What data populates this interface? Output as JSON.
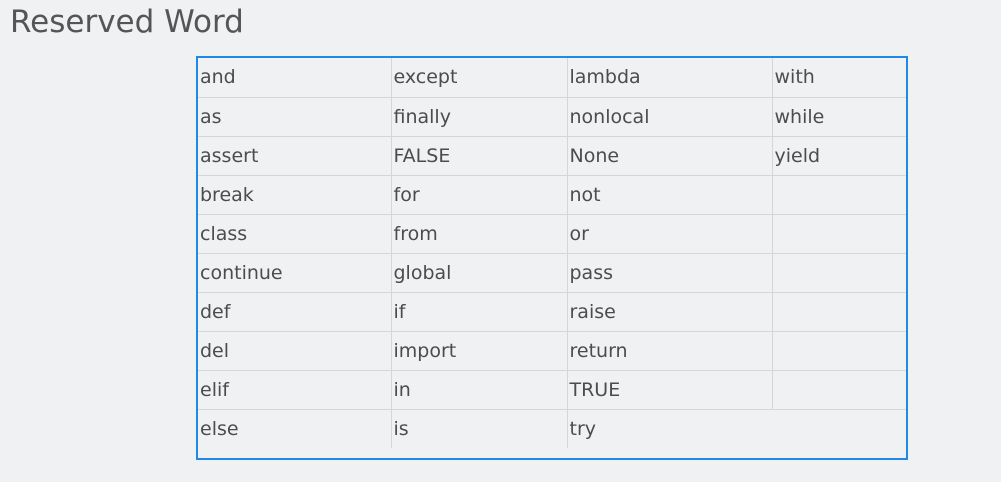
{
  "title": "Reserved Word",
  "table": {
    "rows": [
      [
        "and",
        "except",
        "lambda",
        "with"
      ],
      [
        "as",
        "finally",
        "nonlocal",
        "while"
      ],
      [
        "assert",
        "FALSE",
        "None",
        "yield"
      ],
      [
        "break",
        "for",
        "not",
        ""
      ],
      [
        "class",
        "from",
        "or",
        ""
      ],
      [
        "continue",
        "global",
        "pass",
        ""
      ],
      [
        "def",
        "if",
        "raise",
        ""
      ],
      [
        "del",
        "import",
        "return",
        ""
      ],
      [
        "elif",
        "in",
        "TRUE",
        ""
      ],
      [
        "else",
        "is",
        "try",
        ""
      ]
    ]
  },
  "colors": {
    "border_accent": "#1c8ae6",
    "background": "#f0f1f3",
    "grid": "#d4d6da",
    "text": "#4c4c4e"
  }
}
